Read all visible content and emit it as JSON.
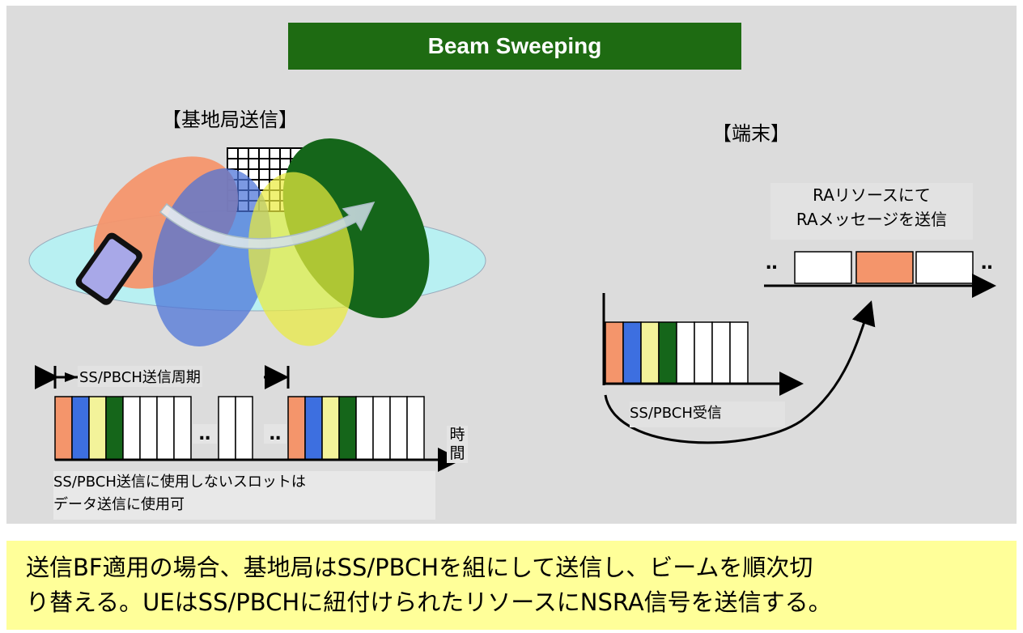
{
  "title": "Beam Sweeping",
  "base_station": {
    "label": "【基地局送信】",
    "period_label": "SS/PBCH送信周期",
    "time_label": "時間",
    "unused_note_line1": "SS/PBCH送信に使用しないスロットは",
    "unused_note_line2": "データ送信に使用可",
    "ellipsis": "‥"
  },
  "terminal": {
    "label": "【端末】",
    "ra_line1": "RAリソースにて",
    "ra_line2": "RAメッセージを送信",
    "ss_receive": "SS/PBCH受信",
    "ellipsis": "‥"
  },
  "footer": {
    "line1": "送信BF適用の場合、基地局はSS/PBCHを組にして送信し、ビームを順次切",
    "line2": "り替える。UEはSS/PBCHに紐付けられたリソースにNSRA信号を送信する。"
  },
  "colors": {
    "title_bg": "#1e6b12",
    "beam_orange": "#f4956b",
    "beam_blue": "#3d6fe0",
    "beam_yellow": "#f3f39a",
    "beam_green": "#15661a",
    "footer_bg": "#ffff99"
  }
}
